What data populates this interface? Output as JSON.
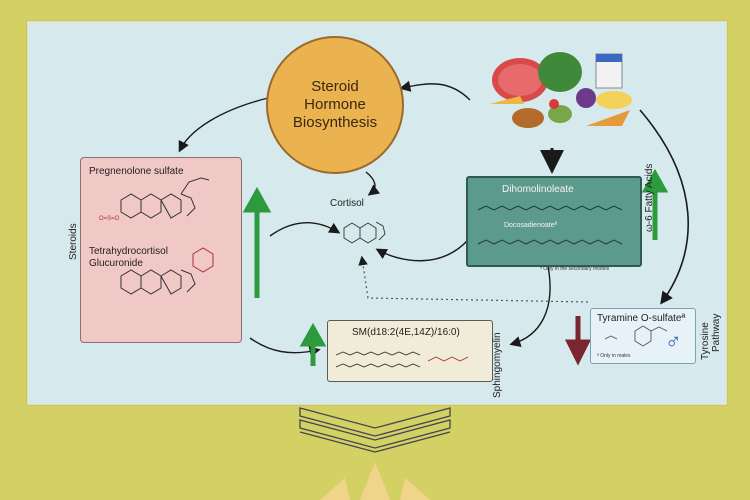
{
  "diagram": {
    "center": {
      "line1": "Steroid",
      "line2": "Hormone",
      "line3": "Biosynthesis"
    },
    "steroids": {
      "pregnenolone": "Pregnenolone sulfate",
      "tetra_line1": "Tetrahydrocortisol",
      "tetra_line2": "Glucuronide",
      "side_label": "Steroids"
    },
    "cortisol": "Cortisol",
    "fatty": {
      "dihomo": "Dihomolinoleate",
      "docosa": "Docosadienoateª",
      "side_label": "ω-6 Fatty Acids",
      "note": "ª Only in the secondary models"
    },
    "sphingo": {
      "title": "SM(d18:2(4E,14Z)/16:0)",
      "side_label": "Sphingomyelin"
    },
    "tyramine": {
      "title": "Tyramine O-sulfateª",
      "note": "ª Only in males",
      "side_label_1": "Tyrosine",
      "side_label_2": "Pathway",
      "male_symbol": "♂"
    }
  },
  "colors": {
    "background": "#d3d163",
    "panel": "#d6e9ec",
    "circle": "#eab34f",
    "steroid_box": "#f0c8c6",
    "fatty_box": "#5c9a8b",
    "up_arrow": "#2e9a3e",
    "down_arrow": "#7a2630",
    "male": "#2d5bb0"
  }
}
